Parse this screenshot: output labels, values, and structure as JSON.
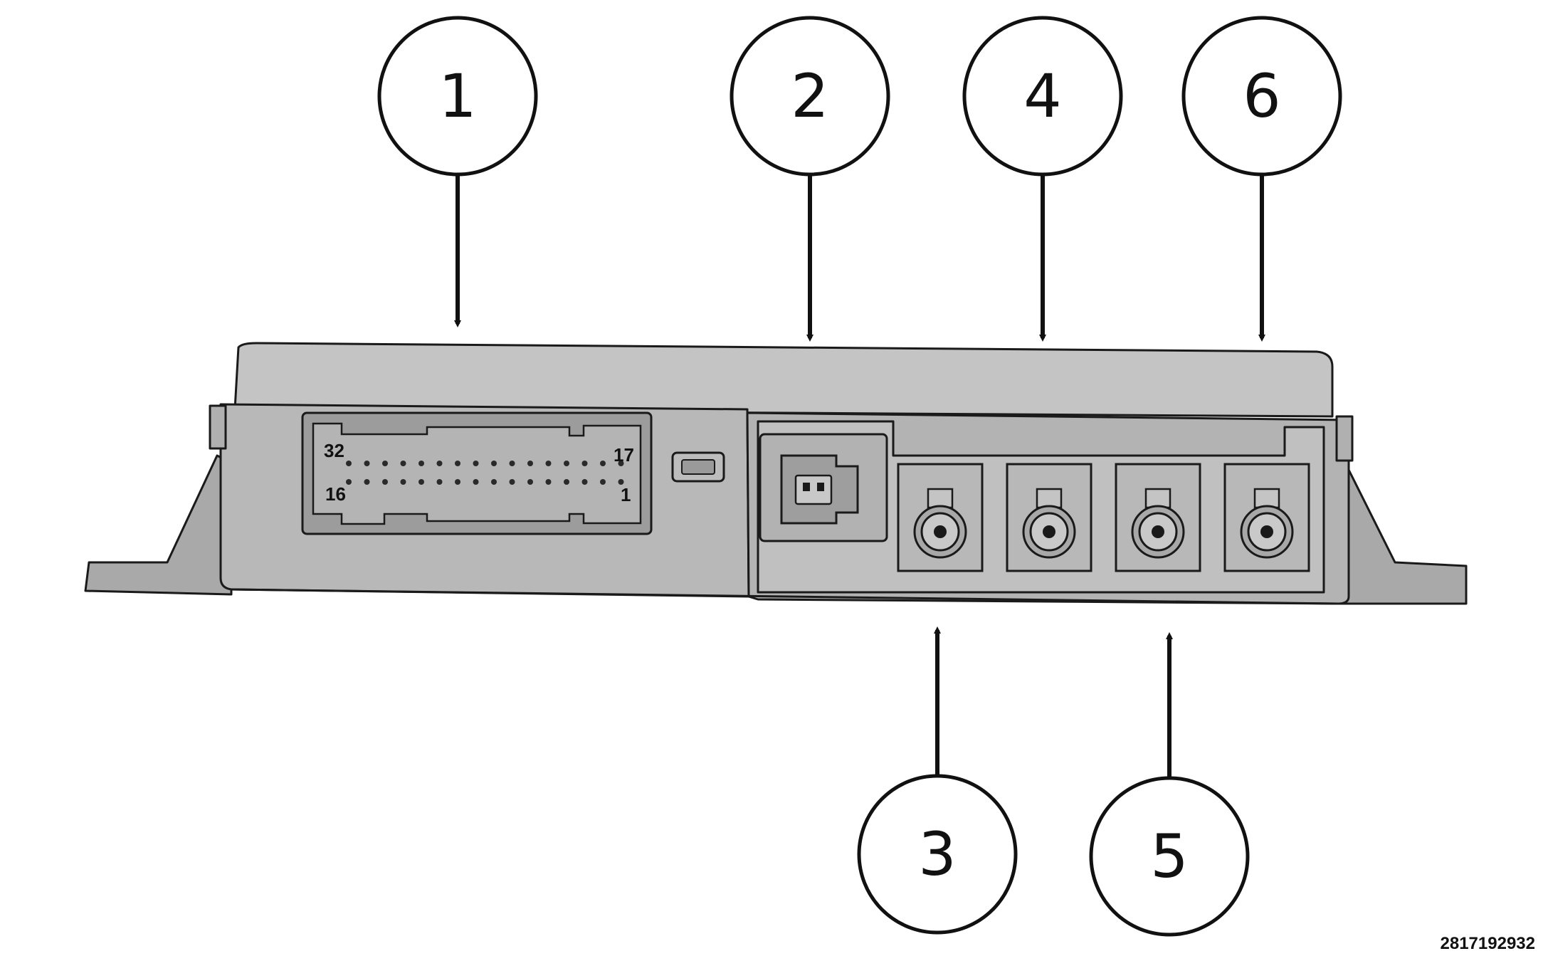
{
  "callouts": {
    "c1": "1",
    "c2": "2",
    "c3": "3",
    "c4": "4",
    "c5": "5",
    "c6": "6"
  },
  "connector_pins": {
    "top_left": "32",
    "top_right": "17",
    "bottom_left": "16",
    "bottom_right": "1"
  },
  "figure_id": "2817192932",
  "colors": {
    "housing": "#b9b9b9",
    "housing_dark": "#9a9a9a",
    "outline": "#1a1a1a",
    "background": "#ffffff"
  }
}
